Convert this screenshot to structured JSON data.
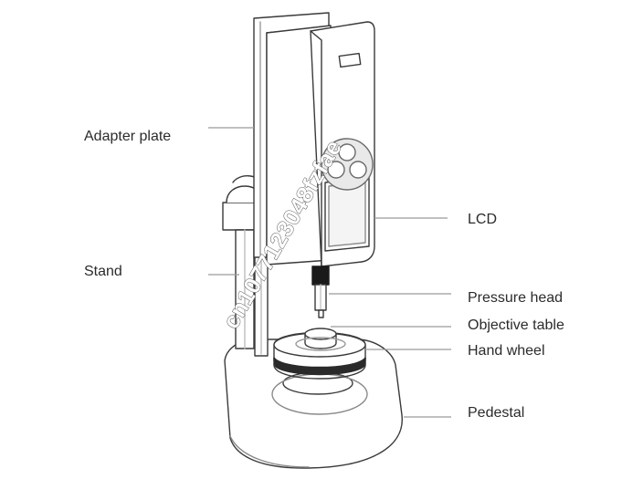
{
  "labels": {
    "adapter_plate": "Adapter plate",
    "stand": "Stand",
    "lcd": "LCD",
    "pressure_head": "Pressure head",
    "objective_table": "Objective table",
    "hand_wheel": "Hand wheel",
    "pedestal": "Pedestal"
  },
  "watermark": "cn1077123048fzfae",
  "colors": {
    "line": "#3a3a3a",
    "leader": "#9a9a9a",
    "text": "#2b2b2b",
    "shade": "#d8d8d8"
  }
}
